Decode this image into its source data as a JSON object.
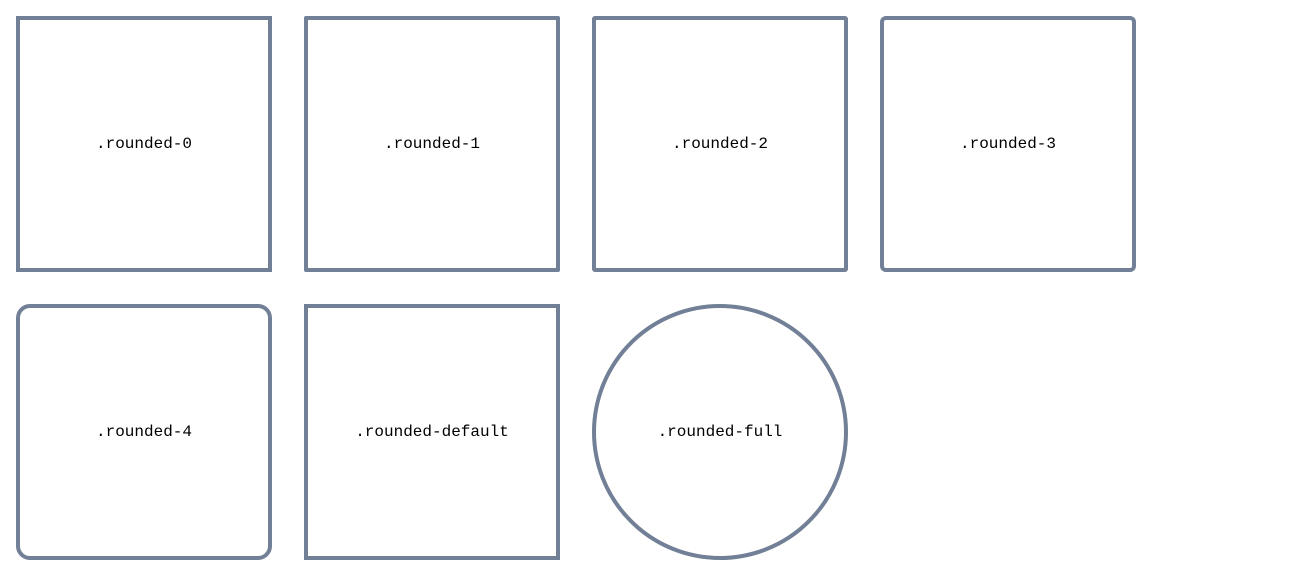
{
  "boxes": [
    {
      "label": ".rounded-0"
    },
    {
      "label": ".rounded-1"
    },
    {
      "label": ".rounded-2"
    },
    {
      "label": ".rounded-3"
    },
    {
      "label": ".rounded-4"
    },
    {
      "label": ".rounded-default"
    },
    {
      "label": ".rounded-full"
    }
  ],
  "colors": {
    "border": "#718096",
    "text": "#000000",
    "background": "#ffffff"
  }
}
